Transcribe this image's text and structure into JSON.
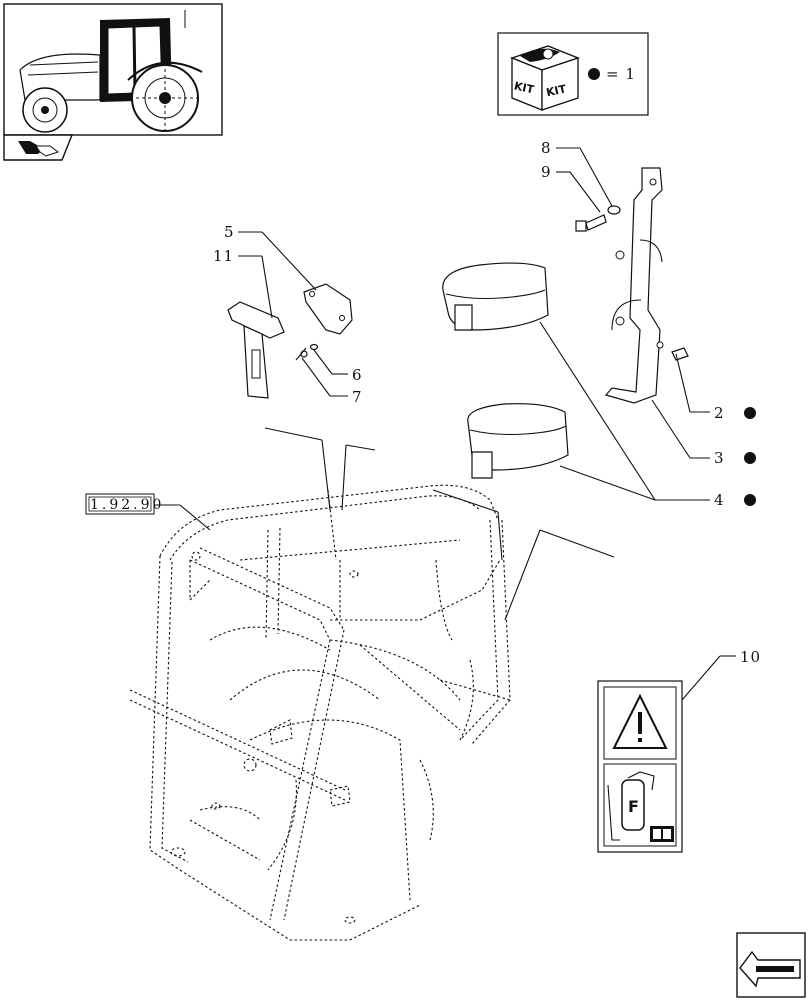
{
  "thumbnail": {
    "icon": "tractor-thumbnail"
  },
  "nav": {
    "back_icon": "page-back-icon",
    "forward_icon": "forward-arrow-icon"
  },
  "kit_legend": {
    "kit_label_left": "KIT",
    "kit_label_right": "KIT",
    "equals_text": "= 1"
  },
  "reference_box": {
    "label": "1.92.90"
  },
  "callouts": {
    "c1": "2",
    "c2": "3",
    "c3": "4",
    "c4": "5",
    "c5": "6",
    "c6": "7",
    "c7": "8",
    "c8": "9",
    "c9": "10",
    "c10": "11"
  },
  "colors": {
    "line": "#111111",
    "background": "#ffffff"
  }
}
